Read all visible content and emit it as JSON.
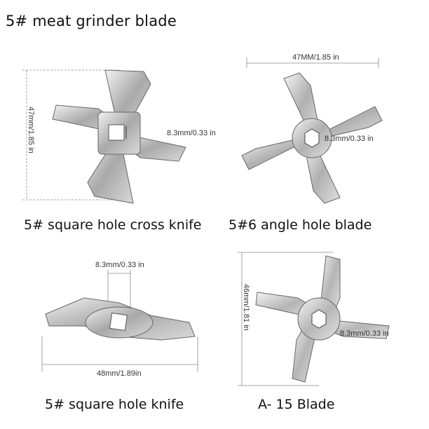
{
  "title": "5# meat grinder blade",
  "products": [
    {
      "caption": "5# square hole cross knife",
      "hole": "8.3mm/0.33 in",
      "size": "47mm/1.85 in"
    },
    {
      "caption": "5#6 angle hole blade",
      "hole": "8.3mm/0.33 in",
      "size": "47MM/1.85 in"
    },
    {
      "caption": "5# square hole knife",
      "hole": "8.3mm/0.33 in",
      "size": "48mm/1.89in"
    },
    {
      "caption": "A- 15 Blade",
      "hole": "8.3mm/0.33 in",
      "size": "46mm/1.81 in"
    }
  ]
}
